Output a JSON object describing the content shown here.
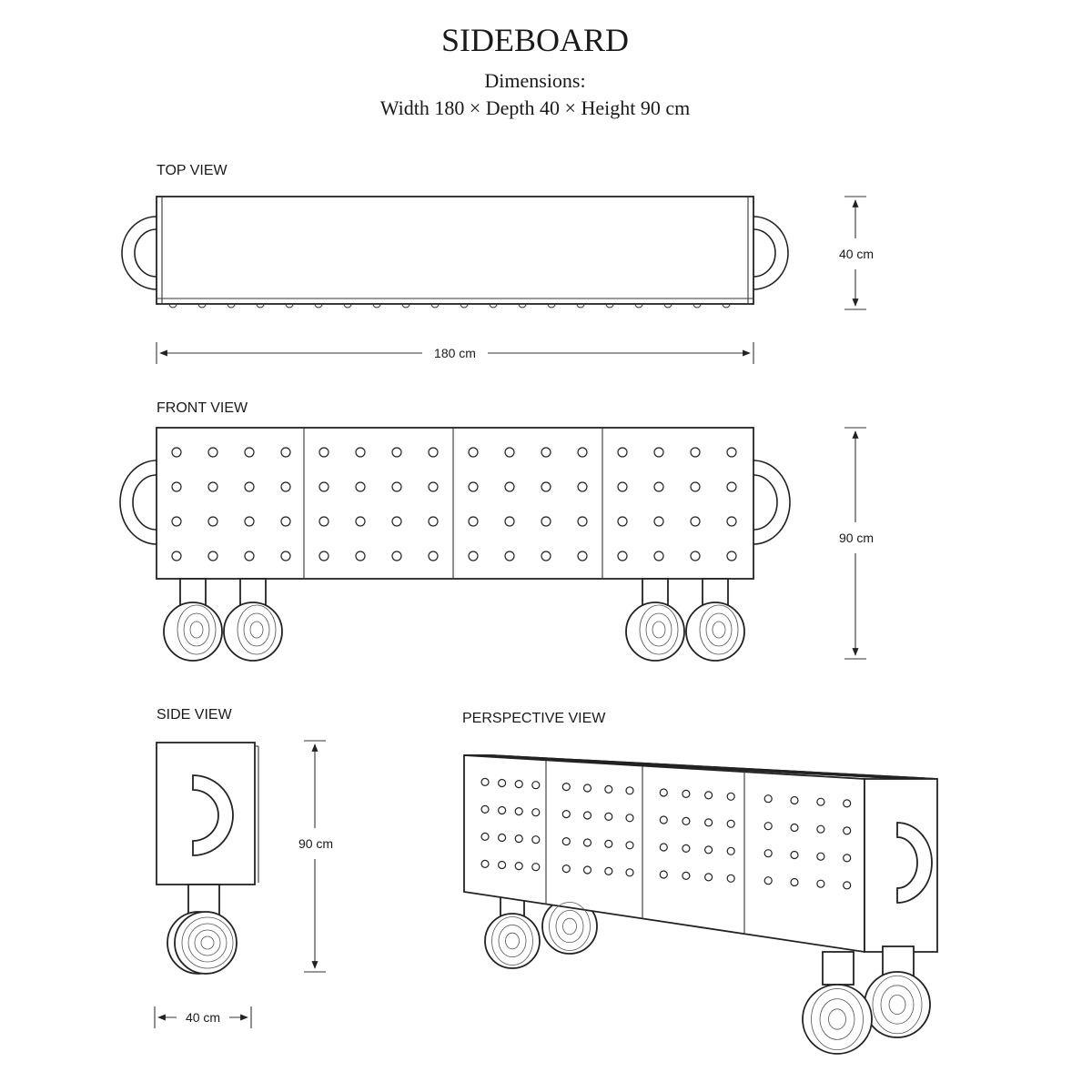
{
  "title": "SIDEBOARD",
  "dimensions_label": "Dimensions:",
  "dimensions_text": "Width 180 × Depth 40 × Height 90 cm",
  "views": {
    "top": {
      "label": "TOP VIEW",
      "width_dim": "180 cm",
      "depth_dim": "40 cm"
    },
    "front": {
      "label": "FRONT VIEW",
      "height_dim": "90 cm"
    },
    "side": {
      "label": "SIDE VIEW",
      "height_dim": "90 cm",
      "depth_dim": "40 cm"
    },
    "perspective": {
      "label": "PERSPECTIVE VIEW"
    }
  }
}
